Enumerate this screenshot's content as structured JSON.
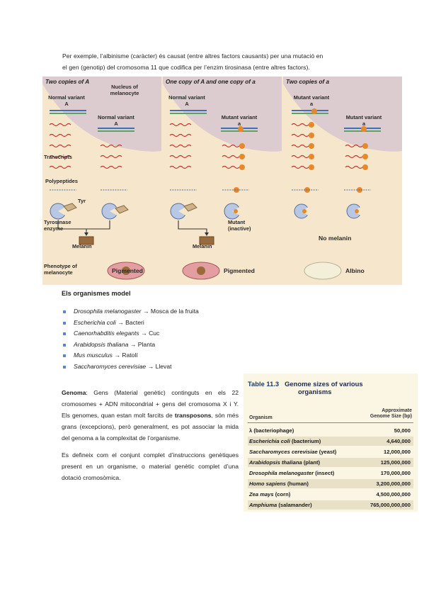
{
  "intro": {
    "line1": "Per exemple, l’albinisme (caràcter) és causat (entre altres factors causants) per una mutació en",
    "line2": "el gen (genotip) del cromosoma 11 que codifica per l’enzim tirosinasa (entre altres factors)."
  },
  "figure": {
    "panels": [
      {
        "title": "Two copies of A"
      },
      {
        "title": "One copy of A and one copy of a"
      },
      {
        "title": "Two copies of a"
      }
    ],
    "labels": {
      "nucleus": "Nucleus of melanocyte",
      "normal_a": "Normal variant A",
      "mutant_a": "Mutant variant a",
      "transcripts": "Transcripts",
      "polypeptides": "Polypeptides",
      "tyr": "Tyr",
      "tyrosinase": "Tyrosinase enzyme",
      "melanin": "Melanin",
      "mutant_inactive": "Mutant (inactive)",
      "no_melanin": "No melanin",
      "phenotype": "Phenotype of melanocyte",
      "pigmented": "Pigmented",
      "albino": "Albino"
    }
  },
  "models": {
    "heading": "Els organismes model",
    "items": [
      {
        "species": "Drosophila melanogaster",
        "arrow": "→",
        "name": "Mosca de la fruita"
      },
      {
        "species": "Escherichia coli",
        "arrow": "→",
        "name": "Bacteri"
      },
      {
        "species": "Caenorhabditis elegants",
        "arrow": "→",
        "name": "Cuc"
      },
      {
        "species": "Arabidopsis thaliana",
        "arrow": "→",
        "name": "Planta"
      },
      {
        "species": "Mus musculus",
        "arrow": "→",
        "name": "Ratolí"
      },
      {
        "species": "Saccharomyces cerevisiae",
        "arrow": "→",
        "name": "Llevat"
      }
    ]
  },
  "genoma": {
    "term": "Genoma",
    "p1_a": ": Gens (Material genètic) continguts en els 22 cromosomes + ADN mitocondrial + gens del cromosoma X i Y. Els genomes, quan estan molt farcits de ",
    "p1_bold": "transposons",
    "p1_b": ", són més grans (excepcions), però generalment, es pot associar la mida del genoma a la complexitat de l’organisme.",
    "p2": "Es defineix com el conjunt complet d’instruccions genètiques present en un organisme, o material genètic complet d’una dotació cromosòmica."
  },
  "table": {
    "number": "Table 11.3",
    "title_line1": "Genome sizes of various",
    "title_line2": "organisms",
    "col_org": "Organism",
    "col_size_1": "Approximate",
    "col_size_2": "Genome Size (bp)",
    "rows": [
      {
        "italic": "",
        "plain": "λ (bacteriophage)",
        "size": "50,000"
      },
      {
        "italic": "Escherichia coli",
        "plain": " (bacterium)",
        "size": "4,640,000"
      },
      {
        "italic": "Saccharomyces cerevisiae",
        "plain": " (yeast)",
        "size": "12,000,000"
      },
      {
        "italic": "Arabidopsis thaliana",
        "plain": " (plant)",
        "size": "125,000,000"
      },
      {
        "italic": "Drosophila melanogaster",
        "plain": " (insect)",
        "size": "170,000,000"
      },
      {
        "italic": "Homo sapiens",
        "plain": " (human)",
        "size": "3,200,000,000"
      },
      {
        "italic": "Zea mays",
        "plain": " (corn)",
        "size": "4,500,000,000"
      },
      {
        "italic": "Amphiuma",
        "plain": " (salamander)",
        "size": "765,000,000,000"
      }
    ]
  },
  "colors": {
    "figure_bg": "#f6e7cc",
    "nucleus": "#dccbcf",
    "dna_blue": "#3f6fb5",
    "dna_green": "#5aa36a",
    "transcript_red": "#c2342a",
    "mutant_orange": "#e7892a",
    "melanin_brown": "#9a6a3d",
    "cell_pink": "#e39ea0",
    "cell_albino": "#f4efd8",
    "bullet_blue": "#5b87c4"
  }
}
